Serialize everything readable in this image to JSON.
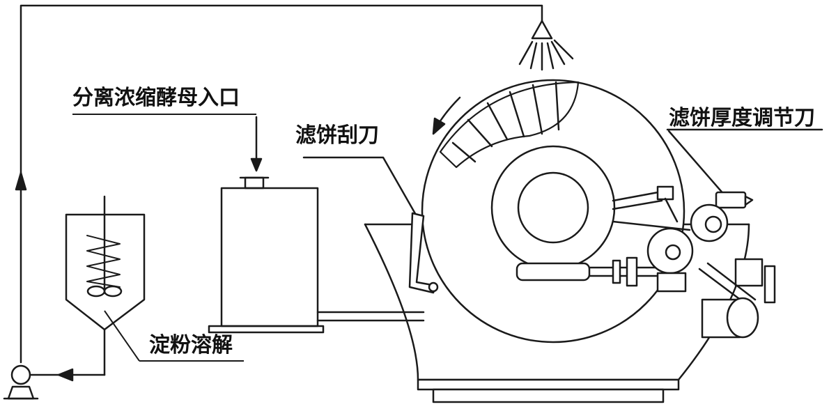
{
  "labels": {
    "inlet": "分离浓缩酵母入口",
    "scraper": "滤饼刮刀",
    "thickness_knife": "滤饼厚度调节刀",
    "starch_dissolve": "淀粉溶解"
  },
  "colors": {
    "line": "#1a1a1a",
    "background": "#ffffff"
  }
}
